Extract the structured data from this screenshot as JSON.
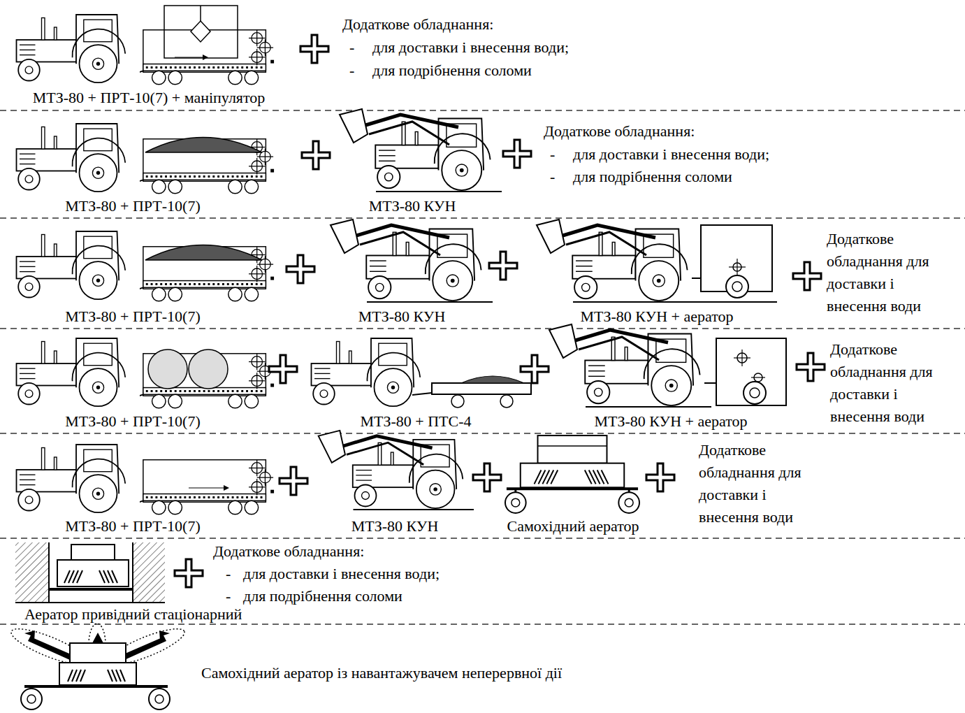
{
  "diagram": {
    "labels": [
      "МТЗ-80 + ПРТ-10(7) + маніпулятор",
      "Додаткове обладнання:",
      "-",
      "для доставки і внесення води;",
      "-",
      "для подрібнення соломи",
      "МТЗ-80 + ПРТ-10(7)",
      "МТЗ-80 КУН",
      "Додаткове обладнання:",
      "-",
      "для доставки і внесення води;",
      "-",
      "для подрібнення соломи",
      "МТЗ-80 + ПРТ-10(7)",
      "МТЗ-80 КУН",
      "МТЗ-80 КУН + аератор",
      "Додаткове обладнання для доставки і внесення води",
      "МТЗ-80 + ПРТ-10(7)",
      "МТЗ-80 + ПТС-4",
      "МТЗ-80 КУН + аератор",
      "Додаткове обладнання для доставки і внесення води",
      "МТЗ-80 + ПРТ-10(7)",
      "МТЗ-80 КУН",
      "Самохідний аератор",
      "Додаткове обладнання для доставки і внесення води",
      "Аератор привідний стаціонарний",
      "Додаткове обладнання:",
      "-",
      "для доставки і внесення води;",
      "-",
      "для подрібнення соломи",
      "Самохідний аератор із навантажувачем неперервної дії"
    ]
  }
}
